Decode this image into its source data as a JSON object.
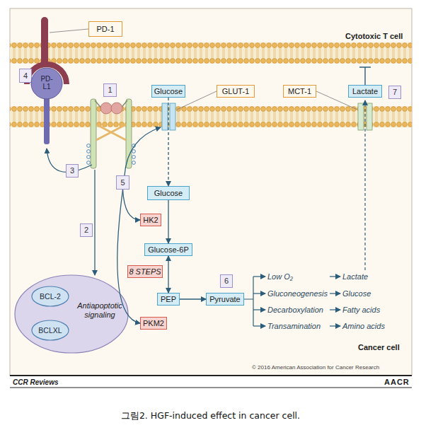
{
  "diagram": {
    "caption": "그림2. HGF-induced effect in cancer cell.",
    "nodes": [
      {
        "text": [
          "PD-1"
        ]
      },
      {
        "text": [
          "4"
        ]
      },
      {
        "text": [
          "PD-L1"
        ]
      },
      {
        "text": [
          "1"
        ]
      },
      {
        "text": [
          "Glucose"
        ]
      },
      {
        "text": [
          "GLUT-1"
        ]
      },
      {
        "text": [
          "MCT-1"
        ]
      },
      {
        "text": [
          "Lactate"
        ]
      },
      {
        "text": [
          "7"
        ]
      },
      {
        "text": [
          "3"
        ]
      },
      {
        "text": [
          "5"
        ]
      },
      {
        "text": [
          "Glucose"
        ]
      },
      {
        "text": [
          "HK2"
        ]
      },
      {
        "text": [
          "2"
        ]
      },
      {
        "text": [
          "Glucose-6P"
        ]
      },
      {
        "text": [
          "8 STEPS"
        ]
      },
      {
        "text": [
          "6"
        ]
      },
      {
        "text": [
          "PEP"
        ]
      },
      {
        "text": [
          "Pyruvate"
        ]
      },
      {
        "text": [
          "PKM2"
        ]
      },
      {
        "text": [
          "Antiapoptotic signaling"
        ]
      },
      {
        "text": [
          "BCL-2"
        ],
        "in": 20
      },
      {
        "text": [
          "BCLXL"
        ],
        "in": 20
      }
    ],
    "edges": [
      {
        "from": 4,
        "to": 11,
        "arrow": "to"
      },
      {
        "from": 11,
        "to": 14,
        "arrow": "to"
      },
      {
        "from": 14,
        "to": 17,
        "arrow": "both"
      },
      {
        "from": 17,
        "to": 18,
        "arrow": "to"
      },
      {
        "from": 10,
        "to": 12,
        "arrow": "to"
      },
      {
        "from": 10,
        "to": 19,
        "arrow": "to"
      }
    ],
    "labels": [
      "Cytotoxic T cell",
      "Low O₂",
      "Gluconeogenesis",
      "Decarboxylation",
      "Transamination",
      "Lactate",
      "Glucose",
      "Fatty acids",
      "Amino acids",
      "Cancer cell",
      "© 2016 American Association for Cancer Research",
      "CCR Reviews",
      "AACR"
    ]
  }
}
